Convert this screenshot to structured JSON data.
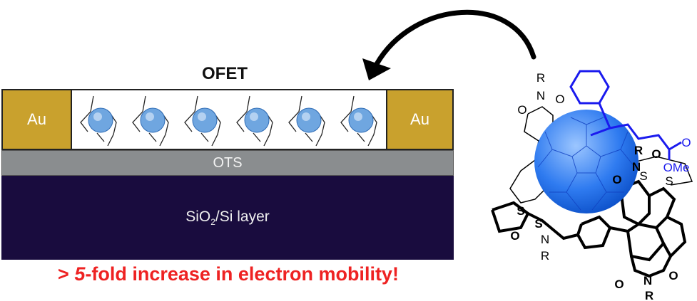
{
  "device": {
    "title": "OFET",
    "electrode_left": "Au",
    "electrode_right": "Au",
    "dielectric_layer": "OTS",
    "substrate_prefix": "SiO",
    "substrate_sub": "2",
    "substrate_suffix": "/Si layer",
    "molecule_count": 6
  },
  "result": {
    "prefix": "> ",
    "number": "5",
    "suffix": "-fold increase in electron mobility!"
  },
  "molecule_labels": {
    "r_top": "R",
    "n_top": "N",
    "o_top_left": "O",
    "o_top_right": "O",
    "ome": "OMe",
    "o_ester": "O",
    "r_right": "R",
    "n_right": "N",
    "o_right": "O",
    "s_right1": "S",
    "s_right2": "S",
    "o_right2": "O",
    "s_left1": "S",
    "s_left2": "S",
    "n_left": "N",
    "r_left": "R",
    "o_left": "O",
    "o_bottom_left": "O",
    "n_bottom": "N",
    "o_bottom_right": "O",
    "r_bottom": "R"
  },
  "colors": {
    "gold": "#c9a12d",
    "ots": "#8a8d8f",
    "substrate": "#190c3e",
    "accent_red": "#ee2222",
    "fullerene_blue": "#2f7bf0",
    "pcbm_blue": "#1a1aee"
  }
}
